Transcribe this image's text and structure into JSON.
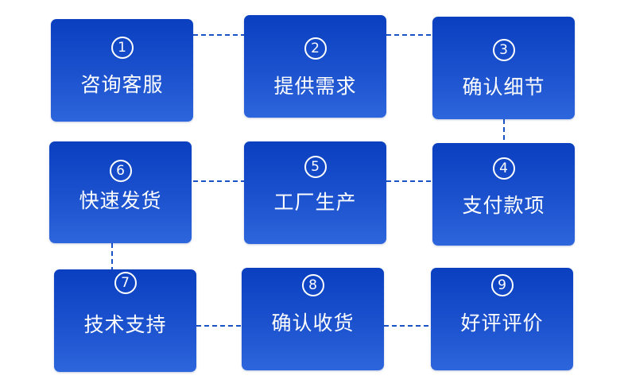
{
  "steps": [
    {
      "num": "1",
      "label": "咨询客服"
    },
    {
      "num": "2",
      "label": "提供需求"
    },
    {
      "num": "3",
      "label": "确认细节"
    },
    {
      "num": "4",
      "label": "支付款项"
    },
    {
      "num": "5",
      "label": "工厂生产"
    },
    {
      "num": "6",
      "label": "快速发货"
    },
    {
      "num": "7",
      "label": "技术支持"
    },
    {
      "num": "8",
      "label": "确认收货"
    },
    {
      "num": "9",
      "label": "好评评价"
    }
  ],
  "colors": {
    "box_top": "#0a40c0",
    "box_bottom": "#2d66dc",
    "connector": "#1a52c6",
    "text": "#ffffff"
  }
}
